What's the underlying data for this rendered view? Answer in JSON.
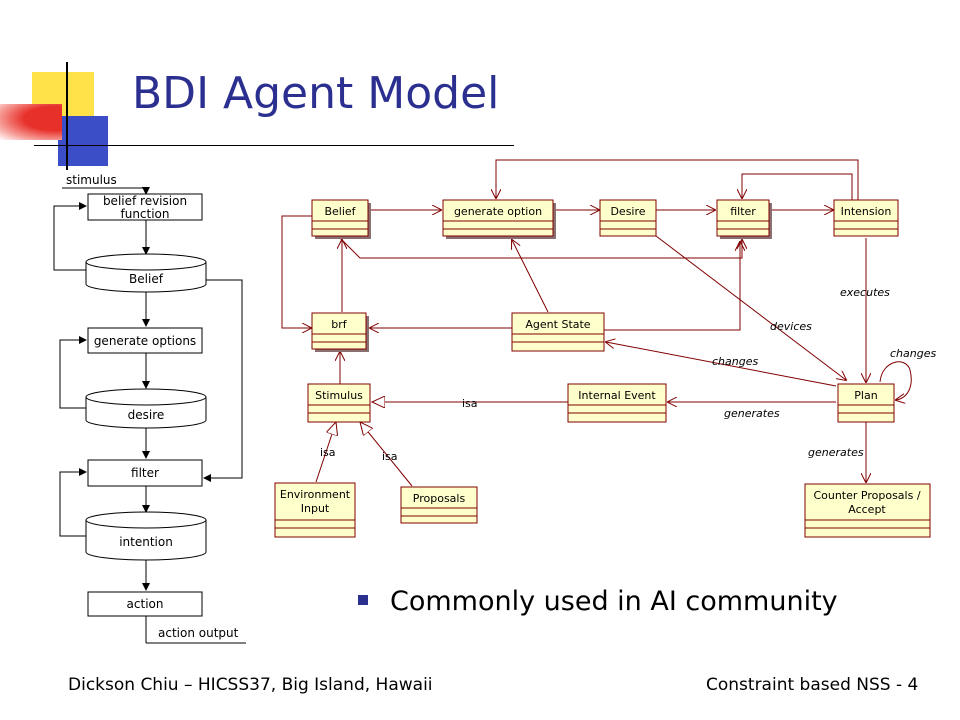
{
  "slide": {
    "title": "BDI Agent Model",
    "bullet": "Commonly used in AI community",
    "footer_left": "Dickson Chiu – HICSS37, Big Island, Hawaii",
    "footer_right": "Constraint based NSS - 4"
  },
  "flowchart": {
    "stimulus": "stimulus",
    "brf_line1": "belief revision",
    "brf_line2": "function",
    "belief": "Belief",
    "generate_options": "generate options",
    "desire": "desire",
    "filter": "filter",
    "intention": "intention",
    "action": "action",
    "action_output": "action output"
  },
  "uml": {
    "belief": "Belief",
    "generate_option": "generate option",
    "desire": "Desire",
    "filter": "filter",
    "intension": "Intension",
    "brf": "brf",
    "agent_state": "Agent State",
    "stimulus": "Stimulus",
    "internal_event": "Internal Event",
    "plan": "Plan",
    "environment_input_1": "Environment",
    "environment_input_2": "Input",
    "proposals": "Proposals",
    "counter_proposals_1": "Counter Proposals /",
    "counter_proposals_2": "Accept",
    "lbl_executes": "executes",
    "lbl_devices": "devices",
    "lbl_changes": "changes",
    "lbl_changes_self": "changes",
    "lbl_isa_1": "isa",
    "lbl_isa_2": "isa",
    "lbl_isa_3": "isa",
    "lbl_generates_1": "generates",
    "lbl_generates_2": "generates"
  },
  "colors": {
    "title": "#2b2f8f",
    "uml_box": "#ffffcc",
    "uml_line": "#800000",
    "deco_yellow": "#ffe14a",
    "deco_blue": "#3b4dc7",
    "deco_red": "#e8302a"
  }
}
